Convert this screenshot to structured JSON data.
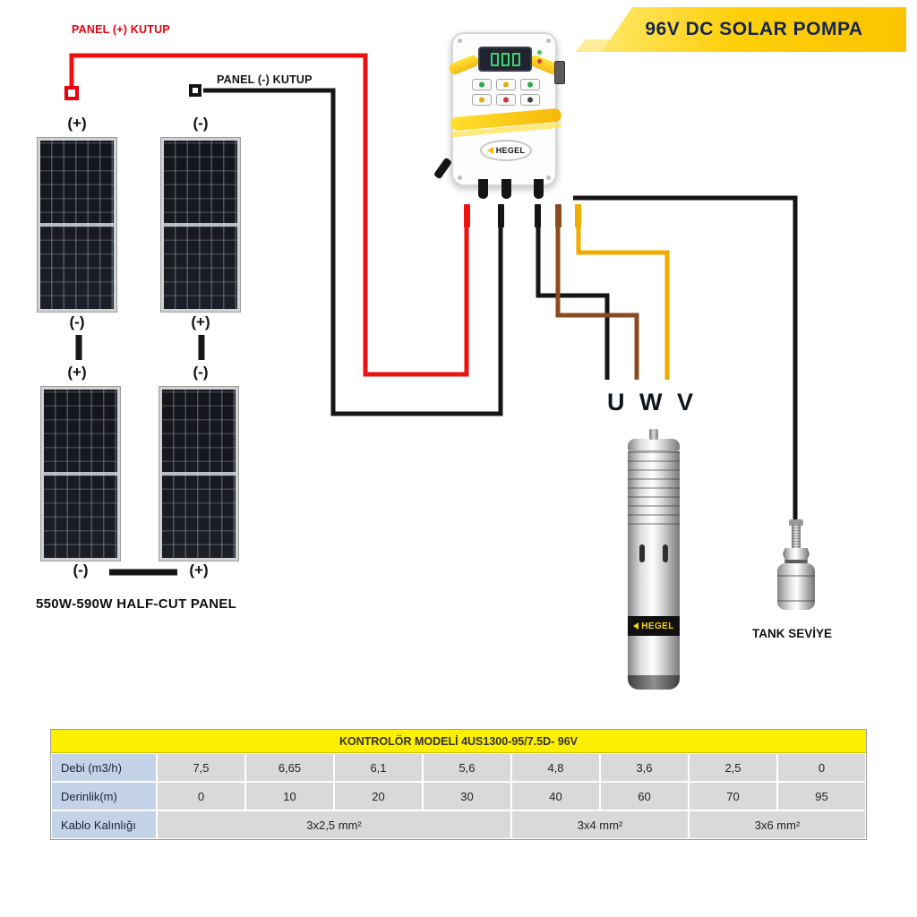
{
  "banner": {
    "title": "96V DC SOLAR POMPA"
  },
  "wiring": {
    "panel_plus_label": "PANEL (+) KUTUP",
    "panel_minus_label": "PANEL (-) KUTUP"
  },
  "polarity": {
    "p1_top": "(+)",
    "p2_top": "(-)",
    "p1_bottom": "(-)",
    "p2_bottom": "(+)",
    "p3_top": "(+)",
    "p4_top": "(-)",
    "p3_bottom": "(-)",
    "p4_bottom": "(+)"
  },
  "panel_caption": "550W-590W HALF-CUT PANEL",
  "controller": {
    "brand": "HEGEL"
  },
  "phases": {
    "u": "U",
    "w": "W",
    "v": "V"
  },
  "pump": {
    "brand": "HEGEL"
  },
  "tank": {
    "label": "TANK SEVİYE"
  },
  "table": {
    "header": "KONTROLÖR MODELİ  4US1300-95/7.5D- 96V",
    "rows": [
      {
        "label": "Debi (m3/h)",
        "values": [
          "7,5",
          "6,65",
          "6,1",
          "5,6",
          "4,8",
          "3,6",
          "2,5",
          "0"
        ]
      },
      {
        "label": "Derinlik(m)",
        "values": [
          "0",
          "10",
          "20",
          "30",
          "40",
          "60",
          "70",
          "95"
        ]
      }
    ],
    "cable": {
      "label": "Kablo Kalınlığı",
      "spans": [
        {
          "text": "3x2,5 mm²",
          "cols": 4
        },
        {
          "text": "3x4 mm²",
          "cols": 2
        },
        {
          "text": "3x6 mm²",
          "cols": 2
        }
      ]
    }
  },
  "colors": {
    "wire_red": "#ee1111",
    "wire_black": "#151515",
    "wire_brown": "#8a4b20",
    "wire_yellow": "#f2a900",
    "banner_yellow": "#fecf08",
    "table_header_yellow": "#fcef00",
    "table_label_blue": "#c5d3e8",
    "table_cell_gray": "#d9d9d9"
  }
}
